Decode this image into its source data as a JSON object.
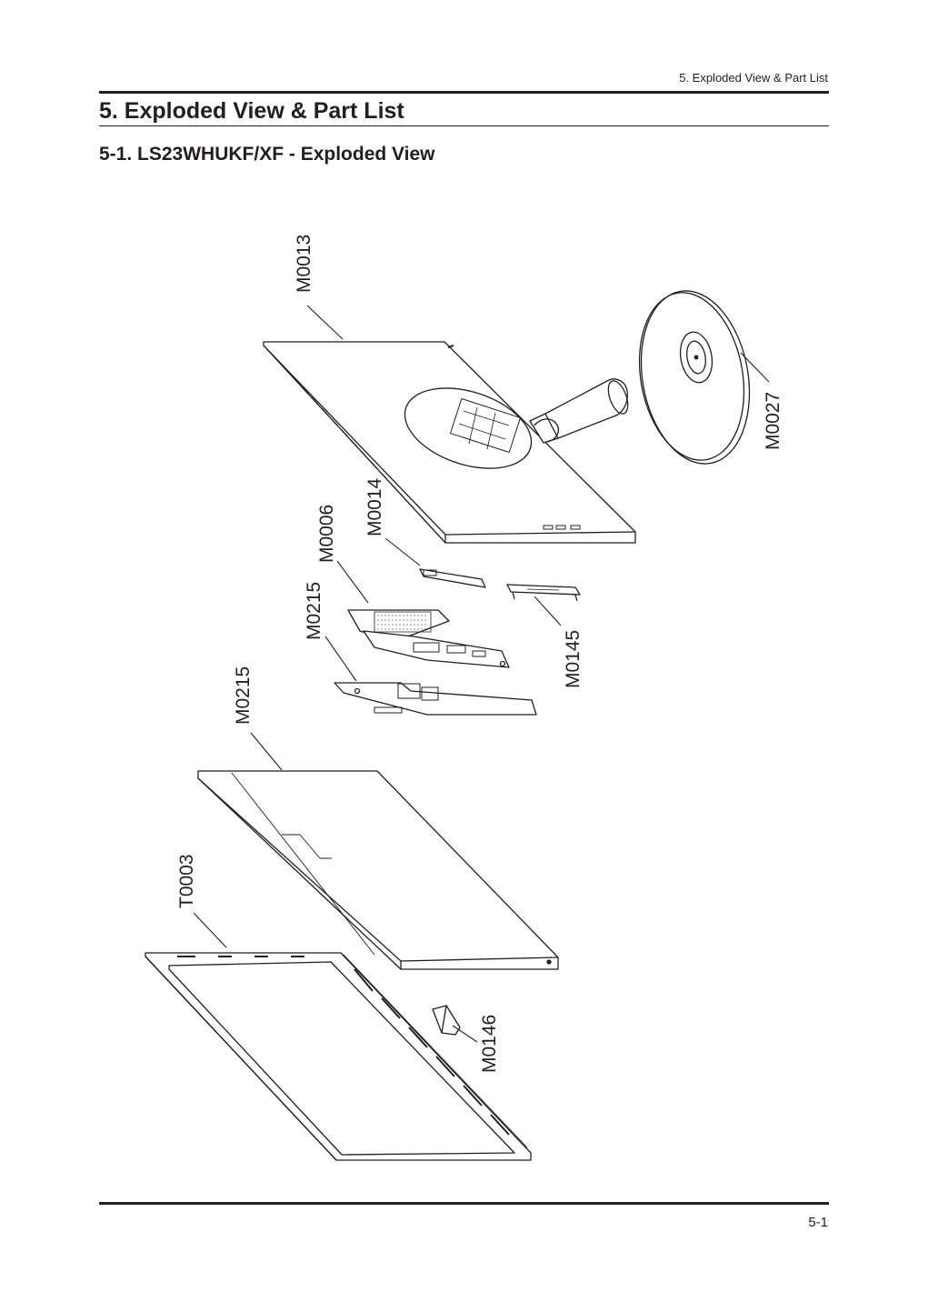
{
  "header": {
    "running_title": "5. Exploded View & Part List"
  },
  "page": {
    "title": "5. Exploded View & Part List",
    "subtitle": "5-1. LS23WHUKF/XF - Exploded View",
    "number": "5-1"
  },
  "parts": {
    "rear_cover": "M0013",
    "stand_base": "M0027",
    "control_board": "M0014",
    "shield": "M0006",
    "main_board": "M0215",
    "panel": "M0215",
    "function_bracket": "M0145",
    "front_bezel": "T0003",
    "front_button": "M0146"
  }
}
